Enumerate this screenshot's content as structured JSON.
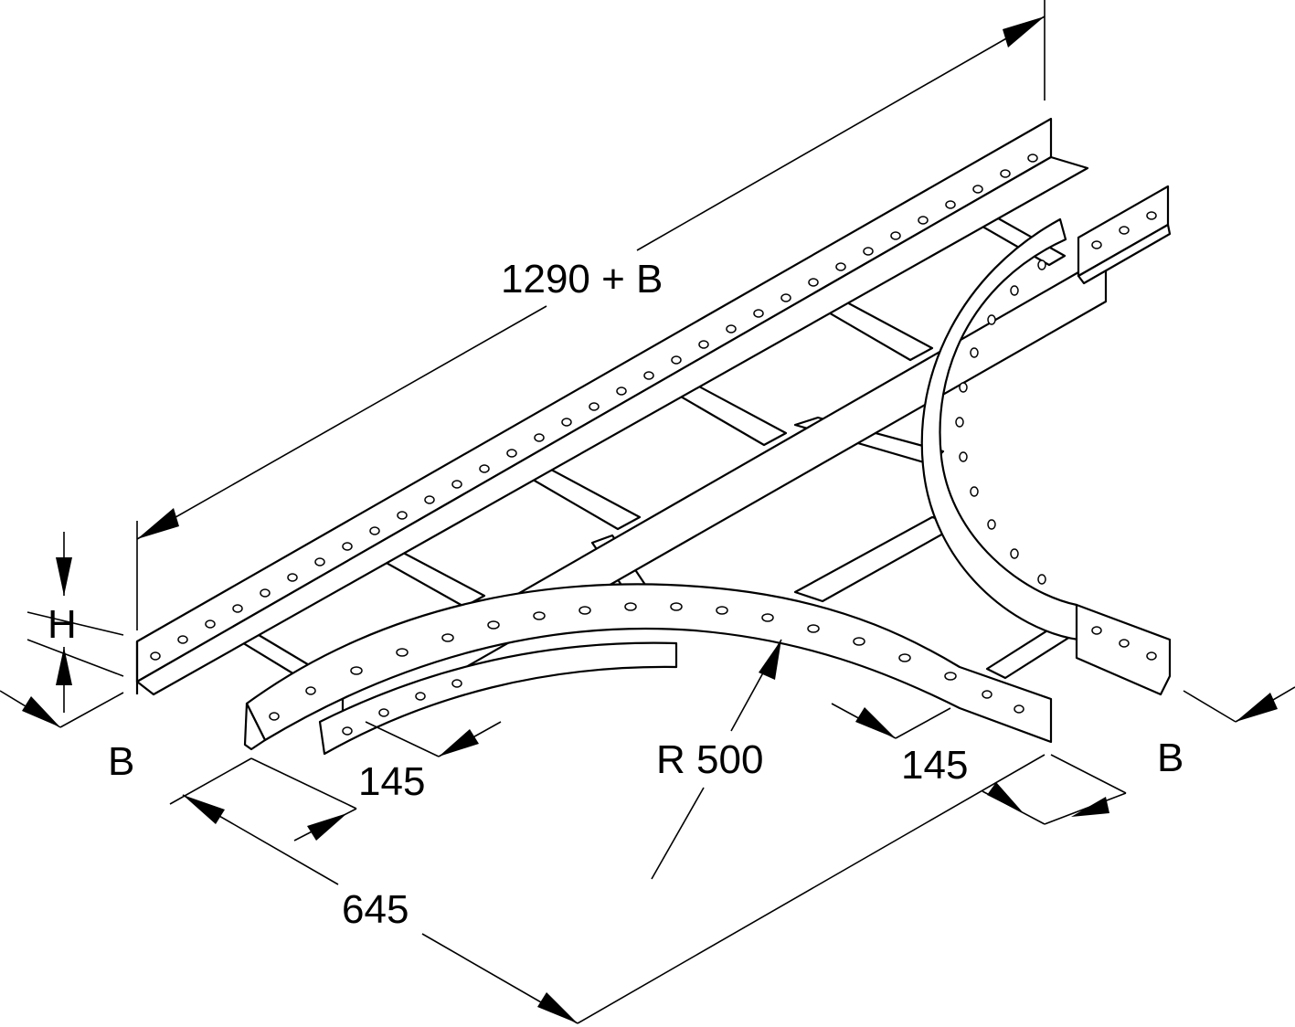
{
  "dimensions": {
    "length": "1290 + B",
    "height": "H",
    "width_left": "B",
    "width_right": "B",
    "offset_left": "145",
    "offset_right": "145",
    "radius": "R 500",
    "branch_length": "645"
  }
}
